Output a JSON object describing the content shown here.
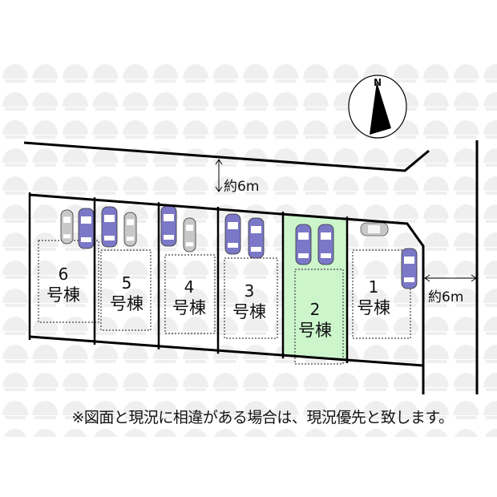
{
  "compass": {
    "north_label": "N"
  },
  "roads": {
    "north_width_label": "約6m",
    "east_width_label": "約6m"
  },
  "lots": [
    {
      "number": "6",
      "suffix": "号棟",
      "highlighted": false
    },
    {
      "number": "5",
      "suffix": "号棟",
      "highlighted": false
    },
    {
      "number": "4",
      "suffix": "号棟",
      "highlighted": false
    },
    {
      "number": "3",
      "suffix": "号棟",
      "highlighted": false
    },
    {
      "number": "2",
      "suffix": "号棟",
      "highlighted": true
    },
    {
      "number": "1",
      "suffix": "号棟",
      "highlighted": false
    }
  ],
  "caption": "※図面と現況に相違がある場合は、現況優先と致します。",
  "colors": {
    "highlight": "#ccf5cc",
    "car_main": "#7b78c8",
    "car_secondary": "#c8c8c8",
    "watermark": "#ececec"
  }
}
